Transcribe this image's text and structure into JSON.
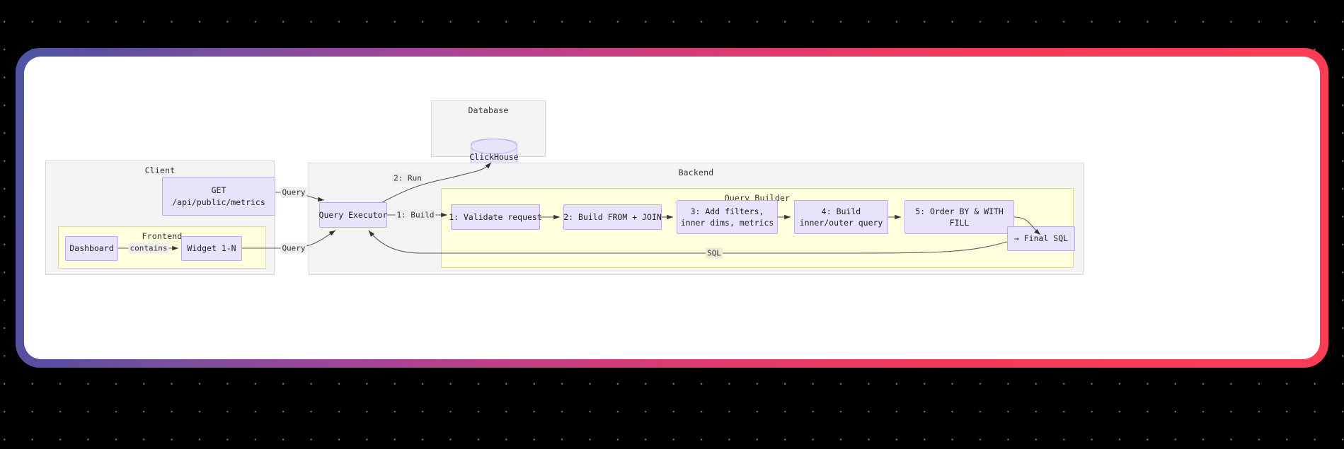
{
  "theme": {
    "page_background": "#000000",
    "dot_color": "#6e6e6e",
    "card_background": "#ffffff",
    "frame_gradient_start": "#4e57a4",
    "frame_gradient_end": "#fb3c54",
    "node_fill": "#e8e3fa",
    "node_stroke": "#b9aee6",
    "subgraph_fill": "#f4f4f4",
    "subgraph_stroke": "#d8d8d8",
    "subgraph_yellow_fill": "#ffffde",
    "subgraph_yellow_stroke": "#dcdcaa",
    "edge_color": "#5a5a5a",
    "edge_label_bg": "#ededed"
  },
  "diagram": {
    "type": "flowchart",
    "subgraphs": [
      {
        "id": "client",
        "title": "Client"
      },
      {
        "id": "frontend",
        "title": "Frontend"
      },
      {
        "id": "backend",
        "title": "Backend"
      },
      {
        "id": "query_builder",
        "title": "Query Builder"
      },
      {
        "id": "database",
        "title": "Database"
      }
    ],
    "nodes": {
      "get_endpoint": {
        "line1": "GET",
        "line2": "/api/public/metrics"
      },
      "dashboard": {
        "line1": "Dashboard"
      },
      "widget": {
        "line1": "Widget 1-N"
      },
      "query_executor": {
        "line1": "Query Executor"
      },
      "clickhouse": {
        "line1": "ClickHouse"
      },
      "step1": {
        "line1": "1: Validate request"
      },
      "step2": {
        "line1": "2: Build FROM + JOIN"
      },
      "step3": {
        "line1": "3: Add filters,",
        "line2": "inner dims, metrics"
      },
      "step4": {
        "line1": "4: Build",
        "line2": "inner/outer query"
      },
      "step5": {
        "line1": "5: Order BY & WITH",
        "line2": "FILL"
      },
      "final_sql": {
        "line1": "→ Final SQL"
      }
    },
    "edge_labels": {
      "contains": "contains",
      "query_top": "Query",
      "query_bot": "Query",
      "build": "1: Build",
      "run": "2: Run",
      "sql": "SQL"
    }
  }
}
